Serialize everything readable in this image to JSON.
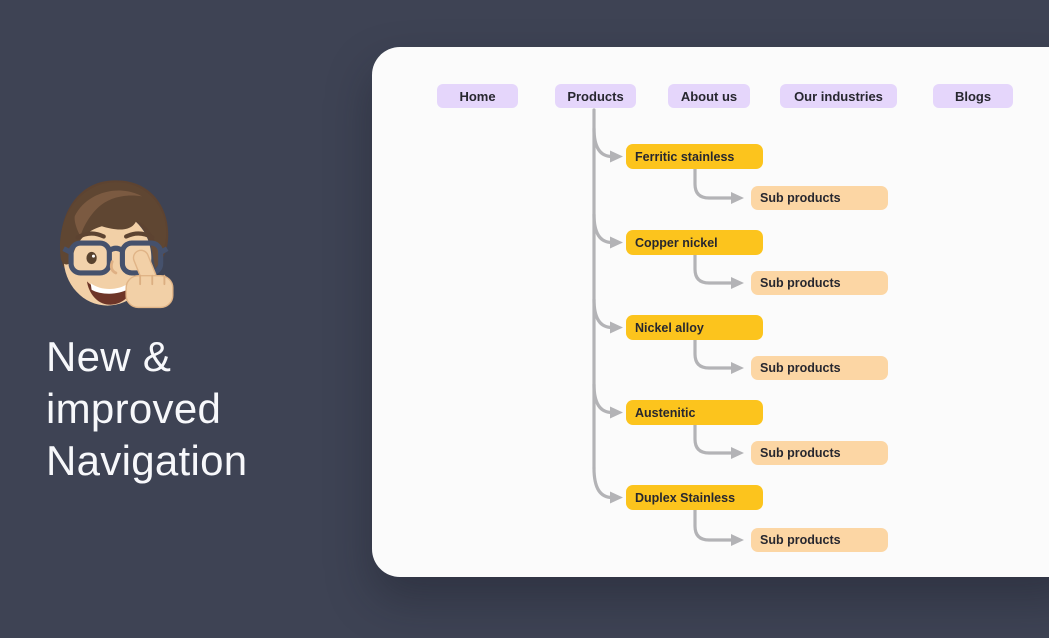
{
  "background_color": "#3e4354",
  "card_color": "#fbfbfb",
  "hero": {
    "icon": "memoji-thumbs-up-icon",
    "title_lines": [
      "New &",
      "improved",
      "Navigation"
    ],
    "title_color": "#f7f8fb"
  },
  "nav": {
    "pill_color": "#e5d6fb",
    "items": [
      {
        "label": "Home"
      },
      {
        "label": "Products"
      },
      {
        "label": "About us"
      },
      {
        "label": "Our industries"
      },
      {
        "label": "Blogs"
      }
    ]
  },
  "tree": {
    "root_label": "Products",
    "category_pill_color": "#fcc41d",
    "sub_pill_color": "#fcd6a4",
    "connector_color": "#b3b3b6",
    "branches": [
      {
        "label": "Ferritic stainless",
        "child_label": "Sub products"
      },
      {
        "label": "Copper nickel",
        "child_label": "Sub products"
      },
      {
        "label": "Nickel alloy",
        "child_label": "Sub products"
      },
      {
        "label": "Austenitic",
        "child_label": "Sub products"
      },
      {
        "label": "Duplex Stainless",
        "child_label": "Sub products"
      }
    ]
  }
}
